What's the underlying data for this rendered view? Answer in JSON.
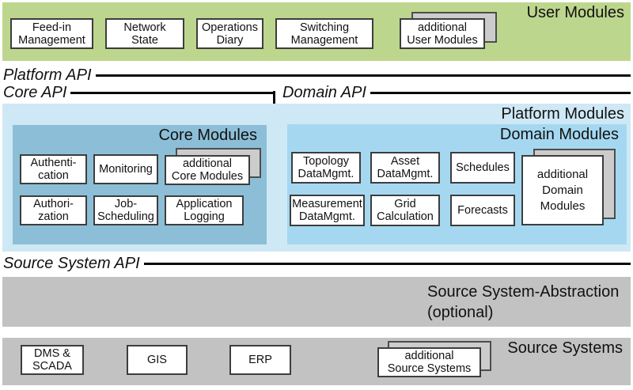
{
  "user_modules": {
    "title": "User Modules",
    "items": [
      {
        "label": "Feed-in\nManagement"
      },
      {
        "label": "Network\nState"
      },
      {
        "label": "Operations\nDiary"
      },
      {
        "label": "Switching\nManagement"
      }
    ],
    "additional": {
      "label": "additional\nUser Modules"
    }
  },
  "api_labels": {
    "platform": "Platform API",
    "core": "Core API",
    "domain": "Domain API",
    "source_system": "Source System API"
  },
  "platform_modules": {
    "title": "Platform Modules",
    "core_modules": {
      "title": "Core Modules",
      "items": [
        {
          "label": "Authenti-\ncation"
        },
        {
          "label": "Monitoring"
        },
        {
          "label": "Authori-\nzation"
        },
        {
          "label": "Job-\nScheduling"
        },
        {
          "label": "Application\nLogging"
        }
      ],
      "additional": {
        "label": "additional\nCore Modules"
      }
    },
    "domain_modules": {
      "title": "Domain Modules",
      "items": [
        {
          "label": "Topology\nDataMgmt."
        },
        {
          "label": "Asset\nDataMgmt."
        },
        {
          "label": "Schedules"
        },
        {
          "label": "Measurement\nDataMgmt."
        },
        {
          "label": "Grid\nCalculation"
        },
        {
          "label": "Forecasts"
        }
      ],
      "additional": {
        "label": "additional\nDomain\nModules"
      }
    }
  },
  "source_abstraction": {
    "line1": "Source System-Abstraction",
    "line2": "(optional)"
  },
  "source_systems": {
    "title": "Source Systems",
    "items": [
      {
        "label": "DMS &\nSCADA"
      },
      {
        "label": "GIS"
      },
      {
        "label": "ERP"
      }
    ],
    "additional": {
      "label": "additional\nSource Systems"
    }
  },
  "colors": {
    "user_band": "#bdd68d",
    "platform_band": "#cfe8f5",
    "core_panel": "#8cbfd7",
    "domain_panel": "#a5d8f0",
    "gray_band": "#c2c2c2",
    "stack_back_fill": "#cccccc",
    "line": "#0a0a0a"
  }
}
